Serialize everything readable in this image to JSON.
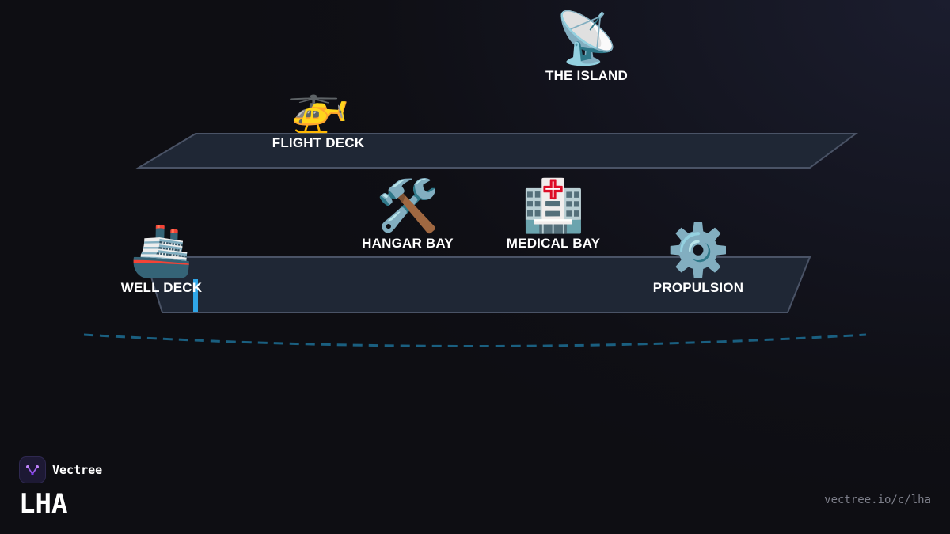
{
  "diagram": {
    "nodes": [
      {
        "id": "island",
        "label": "THE ISLAND",
        "icon": "satellite-dish-icon",
        "glyph": "📡"
      },
      {
        "id": "flight",
        "label": "FLIGHT DECK",
        "icon": "helicopter-icon",
        "glyph": "🚁"
      },
      {
        "id": "hangar",
        "label": "HANGAR BAY",
        "icon": "hammer-wrench-icon",
        "glyph": "🛠️"
      },
      {
        "id": "medical",
        "label": "MEDICAL BAY",
        "icon": "hospital-icon",
        "glyph": "🏥"
      },
      {
        "id": "well",
        "label": "WELL DECK",
        "icon": "ship-icon",
        "glyph": "🚢"
      },
      {
        "id": "propulsion",
        "label": "PROPULSION",
        "icon": "gear-icon",
        "glyph": "⚙️"
      }
    ]
  },
  "brand": {
    "name": "Vectree",
    "title": "LHA",
    "url": "vectree.io/c/lha"
  },
  "colors": {
    "deck_fill": "#1f2735",
    "deck_stroke": "#4a5366",
    "accent_blue": "#2fa6e8",
    "waterline": "#1a5f80",
    "logo_purple": "#9a5be8"
  }
}
